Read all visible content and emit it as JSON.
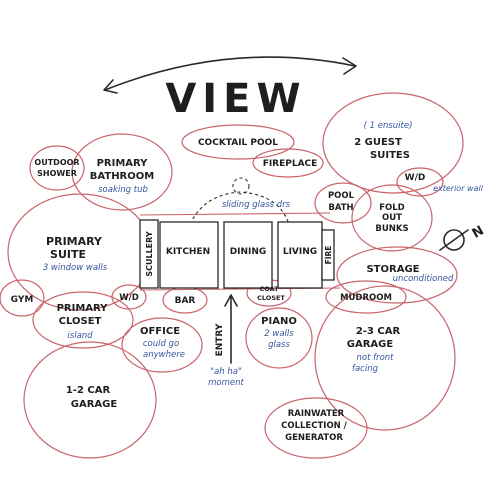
{
  "title": "VIEW",
  "north_symbol": "N",
  "rooms": {
    "outdoor_shower": [
      "OUTDOOR",
      "SHOWER"
    ],
    "primary_bathroom": [
      "PRIMARY",
      "BATHROOM"
    ],
    "cocktail_pool": "COCKTAIL POOL",
    "fireplace": "FIREPLACE",
    "guest_suites_note": "( 1 ensuite)",
    "guest_suites": [
      "2 GUEST",
      "SUITES"
    ],
    "wd_upper": "W/D",
    "pool_bath": [
      "POOL",
      "BATH"
    ],
    "fold_out_bunks": [
      "FOLD",
      "OUT",
      "BUNKS"
    ],
    "primary_suite": [
      "PRIMARY",
      "SUITE"
    ],
    "scullery": "SCULLERY",
    "kitchen": "KITCHEN",
    "dining": "DINING",
    "living": "LIVING",
    "fire": "FIRE",
    "storage": "STORAGE",
    "gym": "GYM",
    "primary_closet": [
      "PRIMARY",
      "CLOSET"
    ],
    "wd_lower": "W/D",
    "bar": "BAR",
    "coat_closet": [
      "COAT",
      "CLOSET"
    ],
    "mudroom": "MUDROOM",
    "office": "OFFICE",
    "entry": "ENTRY",
    "piano": "PIANO",
    "car_garage_23": [
      "2-3 CAR",
      "GARAGE"
    ],
    "car_garage_12": [
      "1-2 CAR",
      "GARAGE"
    ],
    "rainwater": [
      "RAINWATER",
      "COLLECTION /",
      "GENERATOR"
    ]
  },
  "notes": {
    "soaking_tub": "soaking tub",
    "sliding_glass": "sliding glass drs",
    "exterior_wall": "exterior wall",
    "window_walls": "3 window walls",
    "unconditioned": "unconditioned",
    "island": "island",
    "could_go_anywhere": [
      "could go",
      "anywhere"
    ],
    "aha_moment": [
      "\"ah ha\"",
      "moment"
    ],
    "piano_glass": [
      "2 walls",
      "glass"
    ],
    "not_front_facing": [
      "not front",
      "facing"
    ]
  }
}
